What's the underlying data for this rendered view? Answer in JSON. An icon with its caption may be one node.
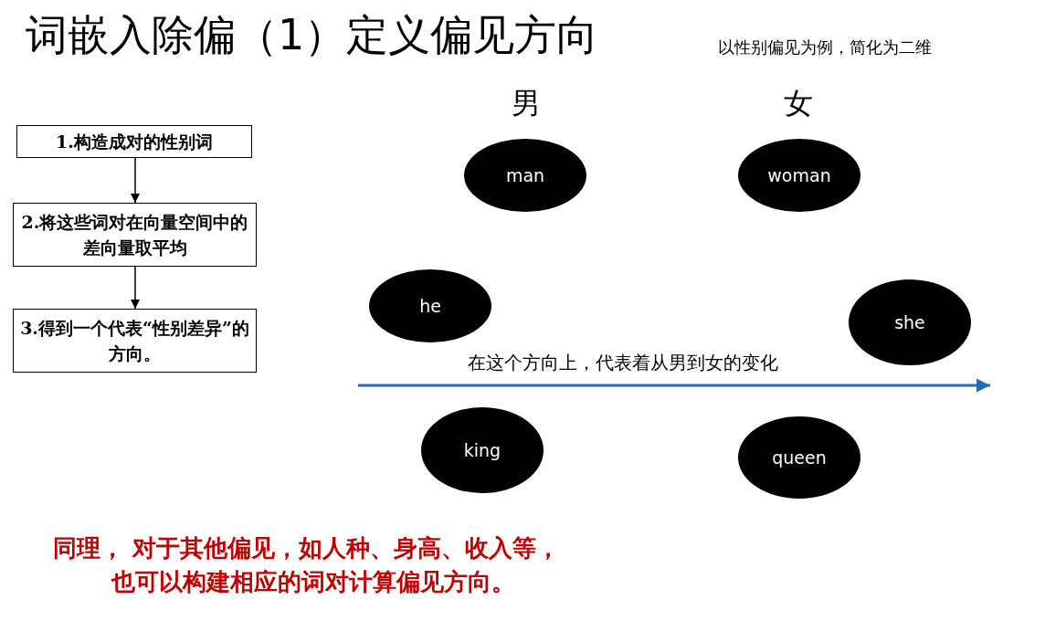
{
  "diagram": {
    "title": "词嵌入除偏（1）定义偏见方向",
    "nodes": [
      {
        "text": [
          "1.构造成对的性别词"
        ]
      },
      {
        "text": [
          "2.将这些词对在向量空间中的差向量取平均"
        ]
      },
      {
        "text": [
          "3.得到一个代表“性别差异”的方向。"
        ]
      },
      {
        "text": [
          "man"
        ]
      },
      {
        "text": [
          "woman"
        ]
      },
      {
        "text": [
          "he"
        ]
      },
      {
        "text": [
          "she"
        ]
      },
      {
        "text": [
          "king"
        ]
      },
      {
        "text": [
          "queen"
        ]
      }
    ],
    "edges": [
      {
        "from": 0,
        "to": 1,
        "arrow": "to"
      },
      {
        "from": 1,
        "to": 2,
        "arrow": "to"
      }
    ],
    "labels": [
      "以性别偏见为例，简化为二维",
      "男",
      "女",
      "在这个方向上，代表着从男到女的变化",
      "同理， 对于其他偏见，如人种、身高、收入等，",
      "也可以构建相应的词对计算偏见方向。"
    ]
  }
}
